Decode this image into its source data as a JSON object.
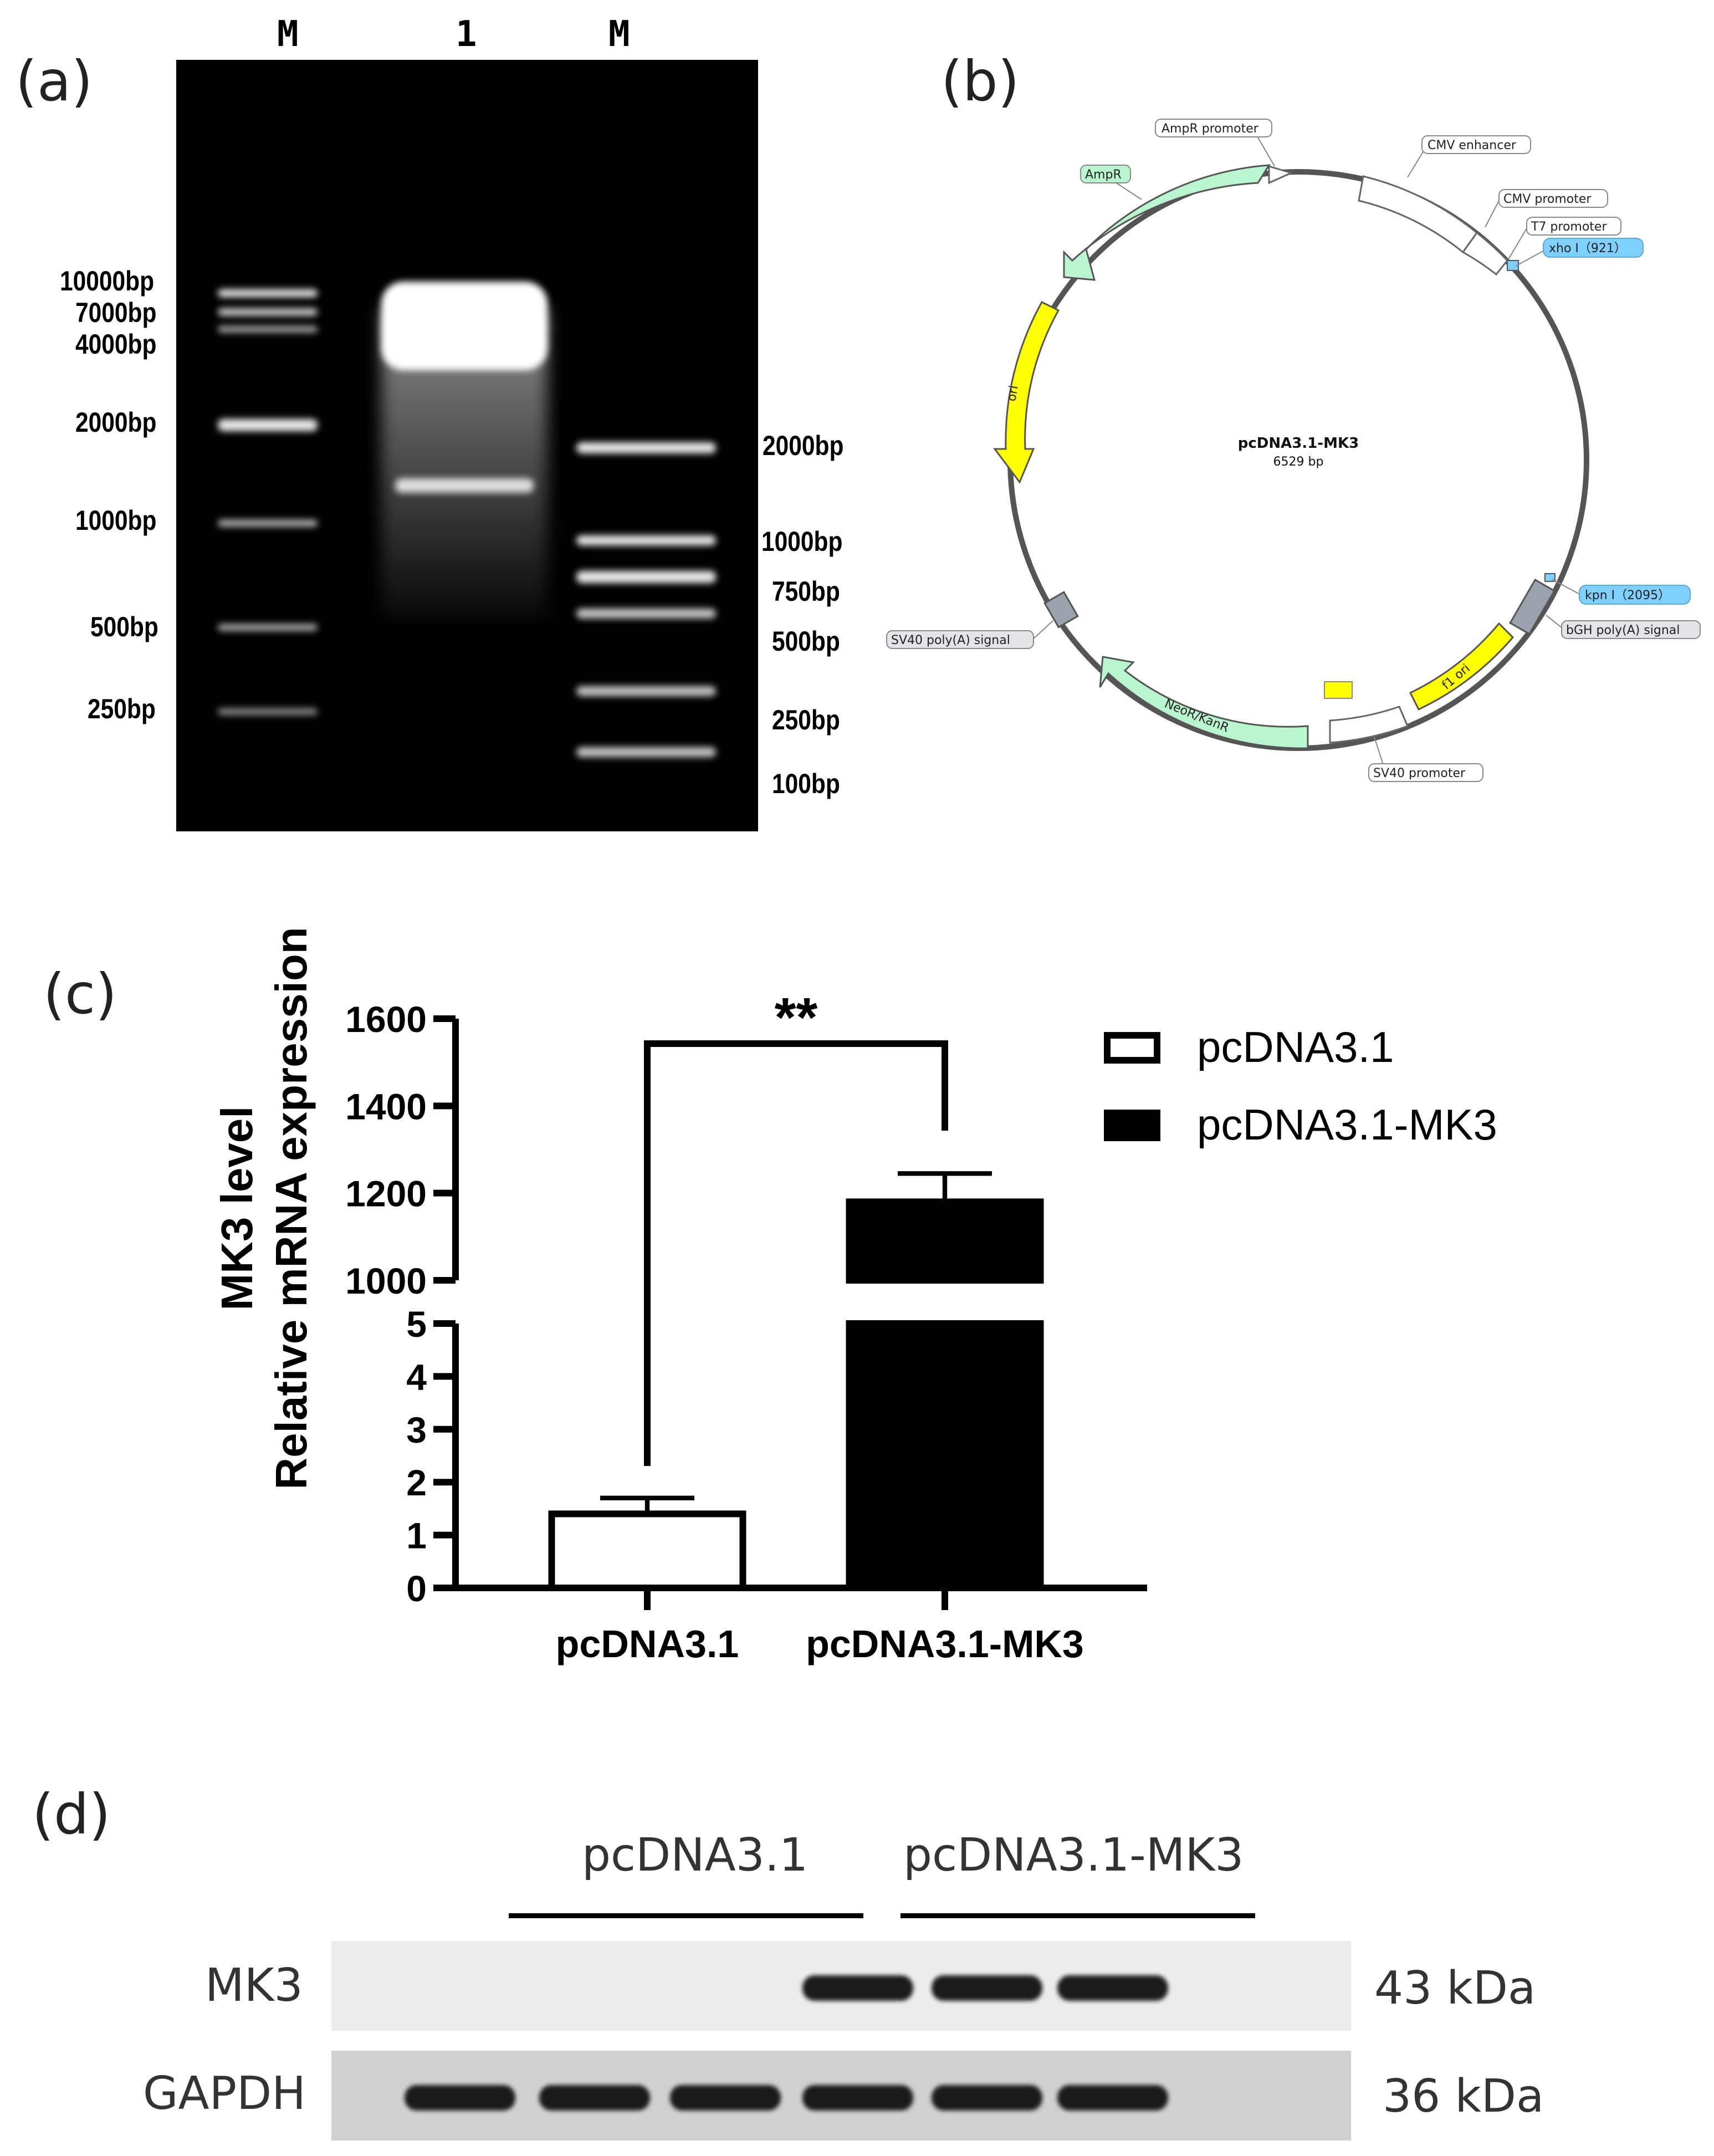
{
  "panels": {
    "a": "(a)",
    "b": "(b)",
    "c": "(c)",
    "d": "(d)"
  },
  "gel": {
    "lane_labels": [
      "M",
      "1",
      "M"
    ],
    "left_ladder": [
      "10000bp",
      "7000bp",
      "4000bp",
      "2000bp",
      "1000bp",
      "500bp",
      "250bp"
    ],
    "right_ladder": [
      "2000bp",
      "1000bp",
      "750bp",
      "500bp",
      "250bp",
      "100bp"
    ]
  },
  "plasmid": {
    "name": "pcDNA3.1-MK3",
    "size": "6529 bp",
    "features": {
      "ampr_promoter": "AmpR promoter",
      "ampr": "AmpR",
      "cmv_enhancer": "CMV enhancer",
      "cmv_promoter": "CMV promoter",
      "t7_promoter": "T7 promoter",
      "xho": "xho I（921）",
      "ori": "ori",
      "kpn": "kpn I（2095）",
      "bgh": "bGH poly(A) signal",
      "sv40_polya": "SV40 poly(A) signal",
      "f1_ori": "f1 ori",
      "neor": "NeoR/KanR",
      "sv40_promoter": "SV40 promoter"
    }
  },
  "chart_data": {
    "type": "bar",
    "categories": [
      "pcDNA3.1",
      "pcDNA3.1-MK3"
    ],
    "values": [
      1.4,
      1180
    ],
    "errors": [
      0.3,
      65
    ],
    "ylabel_lines": [
      "MK3 level",
      "Relative mRNA expression"
    ],
    "y_axis": {
      "broken": true,
      "lower_range": [
        0,
        5
      ],
      "lower_ticks": [
        "0",
        "1",
        "2",
        "3",
        "4",
        "5"
      ],
      "upper_range": [
        1000,
        1600
      ],
      "upper_ticks": [
        "1000",
        "1200",
        "1400",
        "1600"
      ]
    },
    "legend": [
      {
        "name": "pcDNA3.1",
        "fill": "#ffffff"
      },
      {
        "name": "pcDNA3.1-MK3",
        "fill": "#000000"
      }
    ],
    "legend_position": "top-right",
    "significance": "**",
    "colors": {
      "bar_empty": "#ffffff",
      "bar_filled": "#000000",
      "stroke": "#000000"
    }
  },
  "western": {
    "groups": [
      "pcDNA3.1",
      "pcDNA3.1-MK3"
    ],
    "rows": [
      {
        "protein": "MK3",
        "size": "43 kDa",
        "bands": [
          0,
          0,
          0,
          1,
          1,
          1
        ]
      },
      {
        "protein": "GAPDH",
        "size": "36 kDa",
        "bands": [
          1,
          1,
          1,
          1,
          1,
          1
        ]
      }
    ]
  }
}
